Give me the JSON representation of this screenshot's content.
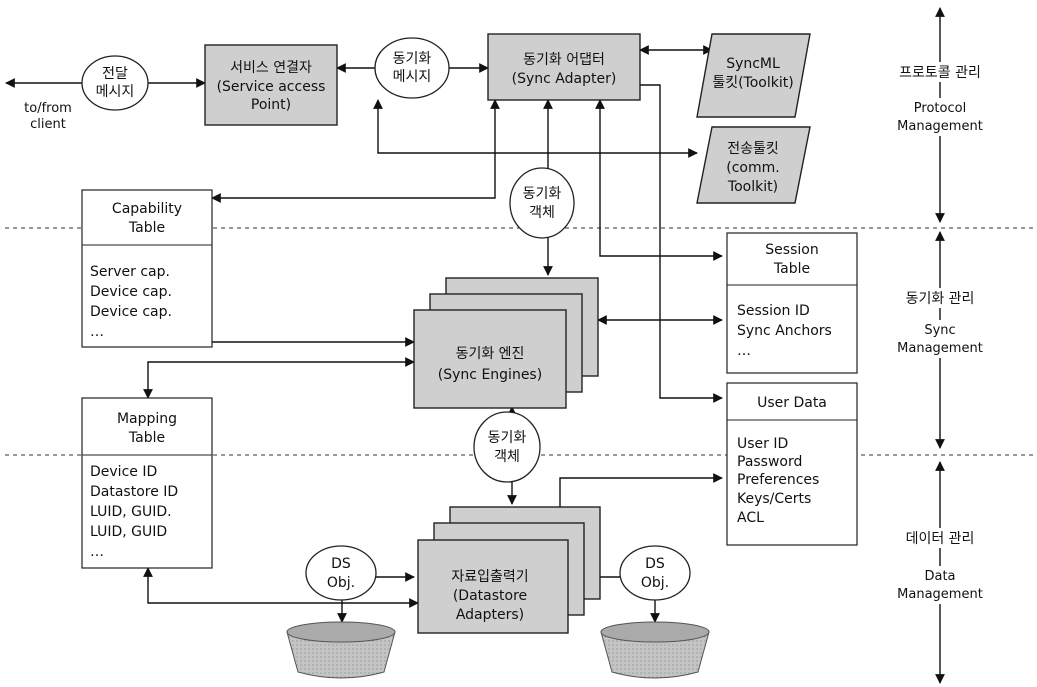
{
  "client": {
    "label_lines": [
      "to/from",
      "client"
    ]
  },
  "bubbles": {
    "deliver_msg": [
      "전달",
      "메시지"
    ],
    "sync_msg": [
      "동기화",
      "메시지"
    ],
    "sync_obj_top": [
      "동기화",
      "객체"
    ],
    "sync_obj_mid": [
      "동기화",
      "객체"
    ],
    "ds_obj_left": [
      "DS",
      "Obj."
    ],
    "ds_obj_right": [
      "DS",
      "Obj."
    ]
  },
  "boxes": {
    "service_connector": [
      "서비스 연결자",
      "(Service access",
      "Point)"
    ],
    "sync_adapter": [
      "동기화 어댑터",
      "(Sync Adapter)"
    ],
    "syncml_toolkit": [
      "SyncML",
      "툴킷(Toolkit)"
    ],
    "comm_toolkit": [
      "전송툴킷",
      "(comm.",
      "Toolkit)"
    ],
    "sync_engines": [
      "동기화 엔진",
      "(Sync Engines)"
    ],
    "datastore_adapters": [
      "자료입출력기",
      "(Datastore",
      "Adapters)"
    ]
  },
  "tables": {
    "capability": {
      "header": [
        "Capability",
        "Table"
      ],
      "rows": [
        "Server cap.",
        "Device cap.",
        "Device cap.",
        "…"
      ]
    },
    "session": {
      "header": [
        "Session",
        "Table"
      ],
      "rows": [
        "Session ID",
        "Sync Anchors",
        "…"
      ]
    },
    "mapping": {
      "header": [
        "Mapping",
        "Table"
      ],
      "rows": [
        "Device ID",
        "Datastore ID",
        "LUID, GUID.",
        "LUID, GUID",
        "…"
      ]
    },
    "user_data": {
      "header": [
        "User Data"
      ],
      "rows": [
        "User ID",
        "Password",
        "Preferences",
        "Keys/Certs",
        "ACL"
      ]
    }
  },
  "layers": {
    "protocol": [
      "프로토콜 관리",
      "Protocol",
      "Management"
    ],
    "sync": [
      "동기화 관리",
      "Sync",
      "Management"
    ],
    "data": [
      "데이터 관리",
      "Data",
      "Management"
    ]
  },
  "colors": {
    "shaded": "#cfcfcf",
    "line": "#111111"
  }
}
